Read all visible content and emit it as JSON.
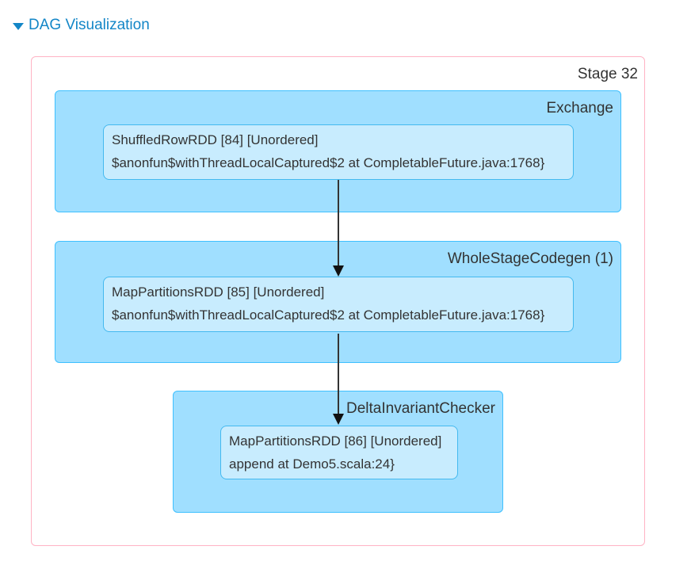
{
  "header": {
    "title": "DAG Visualization",
    "expanded": true,
    "icon": "caret-down-icon"
  },
  "stage": {
    "label": "Stage 32",
    "operators": [
      {
        "name": "Exchange",
        "nodes": [
          {
            "line1": "ShuffledRowRDD [84] [Unordered]",
            "line2": "$anonfun$withThreadLocalCaptured$2 at CompletableFuture.java:1768}"
          }
        ]
      },
      {
        "name": "WholeStageCodegen (1)",
        "nodes": [
          {
            "line1": "MapPartitionsRDD [85] [Unordered]",
            "line2": "$anonfun$withThreadLocalCaptured$2 at CompletableFuture.java:1768}"
          }
        ]
      },
      {
        "name": "DeltaInvariantChecker",
        "nodes": [
          {
            "line1": "MapPartitionsRDD [86] [Unordered]",
            "line2": "append at Demo5.scala:24}"
          }
        ]
      }
    ],
    "edges": [
      {
        "from": "ShuffledRowRDD [84]",
        "to": "MapPartitionsRDD [85]"
      },
      {
        "from": "MapPartitionsRDD [85]",
        "to": "MapPartitionsRDD [86]"
      }
    ]
  },
  "colors": {
    "header_link": "#1386c7",
    "stage_border": "#ffb3c4",
    "cluster_fill": "#a0dfff",
    "cluster_border": "#3ec0ff",
    "node_fill": "#c8ecfe",
    "node_border": "#44b9ef",
    "text": "#333333",
    "edge": "#333333"
  }
}
